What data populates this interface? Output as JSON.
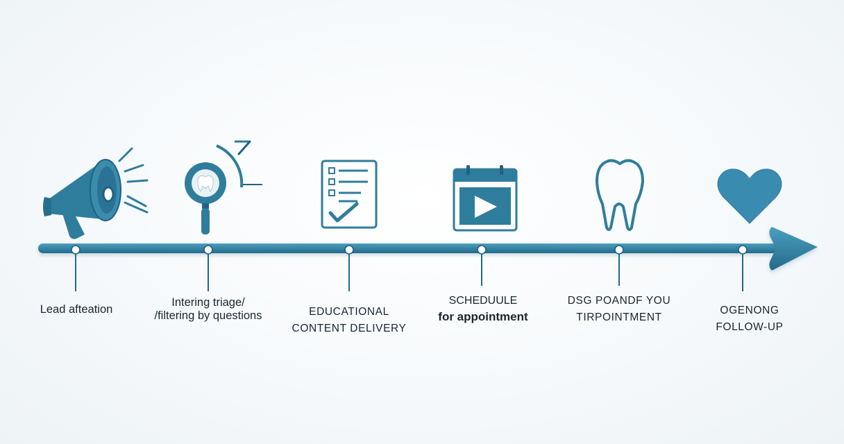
{
  "colors": {
    "primary": "#2f7d9c",
    "primary_dark": "#1f6282",
    "light": "#ffffff"
  },
  "stages": [
    {
      "icon": "megaphone-icon",
      "lines": [
        "Lead afteation"
      ]
    },
    {
      "icon": "tooth-magnifier-icon",
      "lines": [
        "Intering triage/",
        "/filtering by questions"
      ]
    },
    {
      "icon": "checklist-icon",
      "lines": [
        "EDUCATIONAL",
        "CONTENT DELIVERY"
      ]
    },
    {
      "icon": "calendar-video-icon",
      "lines": [
        "SCHEDUULE",
        "for appointment"
      ]
    },
    {
      "icon": "tooth-icon",
      "lines": [
        "DSG POANDF YOU",
        "TIRPOINTMENT"
      ]
    },
    {
      "icon": "heart-icon",
      "lines": [
        "OGENONG",
        "FOLLOW-UP"
      ]
    }
  ]
}
